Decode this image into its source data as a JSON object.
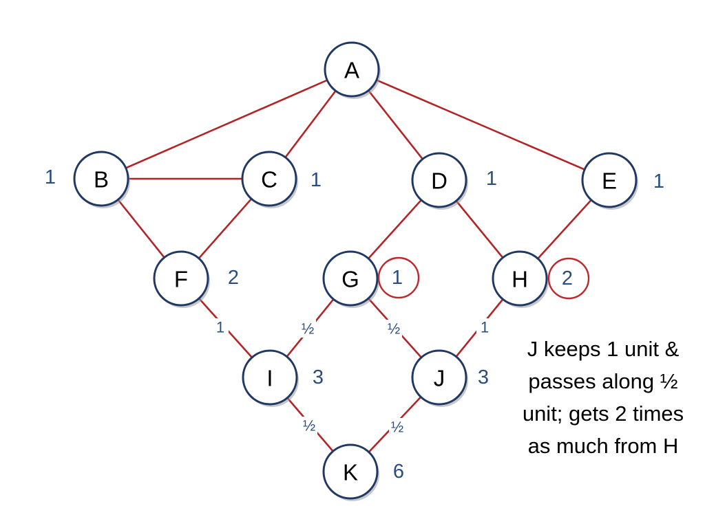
{
  "colors": {
    "edge": "#b22426",
    "node_border": "#1f3864",
    "score_text": "#2a4d7f",
    "highlight_ring": "#c0272d"
  },
  "nodes": [
    {
      "id": "A",
      "score": ""
    },
    {
      "id": "B",
      "score": "1"
    },
    {
      "id": "C",
      "score": "1"
    },
    {
      "id": "D",
      "score": "1"
    },
    {
      "id": "E",
      "score": "1"
    },
    {
      "id": "F",
      "score": "2"
    },
    {
      "id": "G",
      "score": "1",
      "highlighted": true
    },
    {
      "id": "H",
      "score": "2",
      "highlighted": true
    },
    {
      "id": "I",
      "score": "3"
    },
    {
      "id": "J",
      "score": "3"
    },
    {
      "id": "K",
      "score": "6"
    }
  ],
  "edges": [
    {
      "from": "A",
      "to": "B",
      "label": ""
    },
    {
      "from": "A",
      "to": "C",
      "label": ""
    },
    {
      "from": "A",
      "to": "D",
      "label": ""
    },
    {
      "from": "A",
      "to": "E",
      "label": ""
    },
    {
      "from": "B",
      "to": "C",
      "label": ""
    },
    {
      "from": "B",
      "to": "F",
      "label": ""
    },
    {
      "from": "C",
      "to": "F",
      "label": ""
    },
    {
      "from": "D",
      "to": "G",
      "label": ""
    },
    {
      "from": "D",
      "to": "H",
      "label": ""
    },
    {
      "from": "E",
      "to": "H",
      "label": ""
    },
    {
      "from": "F",
      "to": "I",
      "label": "1"
    },
    {
      "from": "G",
      "to": "I",
      "label": "½"
    },
    {
      "from": "G",
      "to": "J",
      "label": "½"
    },
    {
      "from": "H",
      "to": "J",
      "label": "1"
    },
    {
      "from": "I",
      "to": "K",
      "label": "½"
    },
    {
      "from": "J",
      "to": "K",
      "label": "½"
    }
  ],
  "note": {
    "lines": [
      "J keeps 1 unit &",
      "passes along ½",
      "unit; gets 2 times",
      "as much from H"
    ]
  }
}
